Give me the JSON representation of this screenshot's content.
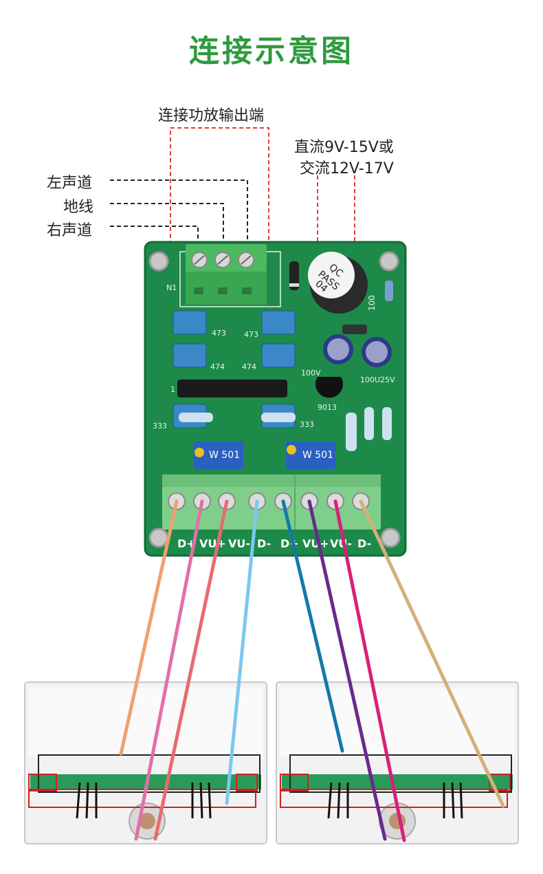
{
  "title": "连接示意图",
  "labels": {
    "amp_output": "连接功放输出端",
    "power_line1": "直流9V-15V或",
    "power_line2": "交流12V-17V",
    "left_channel": "左声道",
    "ground": "地线",
    "right_channel": "右声道"
  },
  "board": {
    "pcb_text_n1": "N1",
    "cap_473_a": "473",
    "cap_473_b": "473",
    "cap_474_a": "474",
    "cap_474_b": "474",
    "cap_333_a": "333",
    "cap_333_b": "333",
    "electrolytic_label": "100U25V",
    "transistor_label": "9013",
    "trimmer_a": "W 501",
    "trimmer_b": "W 501",
    "cap_100": "100",
    "cap_100v": "100V",
    "pcb_one": "1",
    "buzzer_line1": "QC",
    "buzzer_line2": "PASS",
    "buzzer_line3": "04",
    "terminal_labels": [
      "D+",
      "VU+",
      "VU-",
      "D-",
      "D+",
      "VU+",
      "VU-",
      "D-"
    ]
  },
  "colors": {
    "title": "#2f9a3f",
    "pcb": "#1d8a4a",
    "terminal": "#7fcf8a",
    "wire_orange": "#f0a070",
    "wire_pink": "#e070a8",
    "wire_salmon": "#e86a72",
    "wire_lightblue": "#7cc8ee",
    "wire_blue": "#1479a8",
    "wire_purple": "#6a2a8a",
    "wire_magenta": "#d8207a",
    "wire_tan": "#d4b078"
  }
}
